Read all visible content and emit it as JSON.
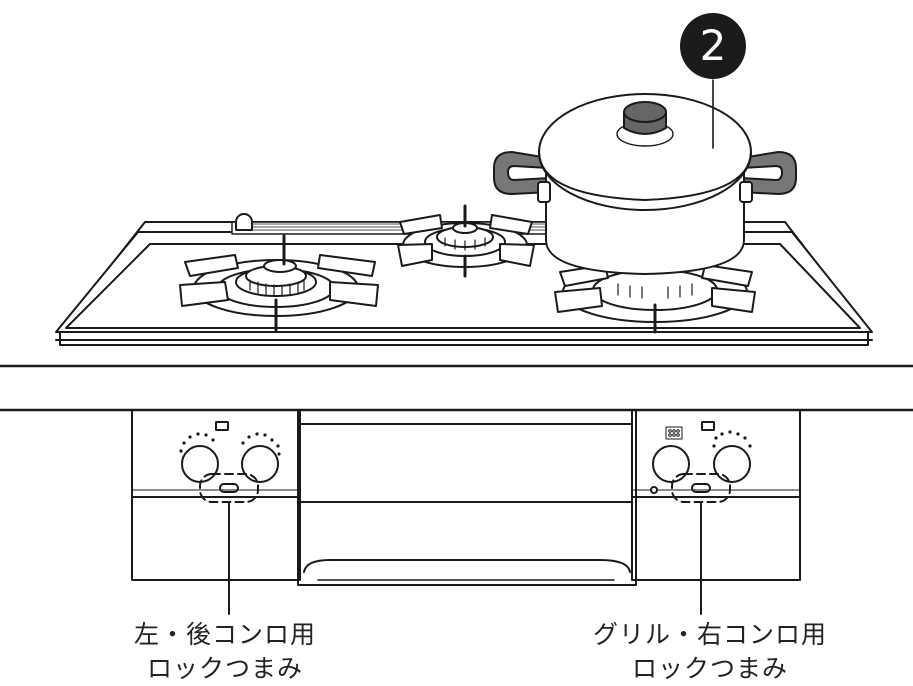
{
  "step_badge": "2",
  "callouts": {
    "left": {
      "line1": "左・後コンロ用",
      "line2": "ロックつまみ"
    },
    "right": {
      "line1": "グリル・右コンロ用",
      "line2": "ロックつまみ"
    }
  },
  "colors": {
    "line": "#1a1a1a",
    "pot_handle": "#777777",
    "pot_knob": "#666666",
    "badge": "#1b1b1b"
  },
  "icons": {
    "grill_indicator": "grill-icon",
    "burner_indicator": "square-icon"
  }
}
